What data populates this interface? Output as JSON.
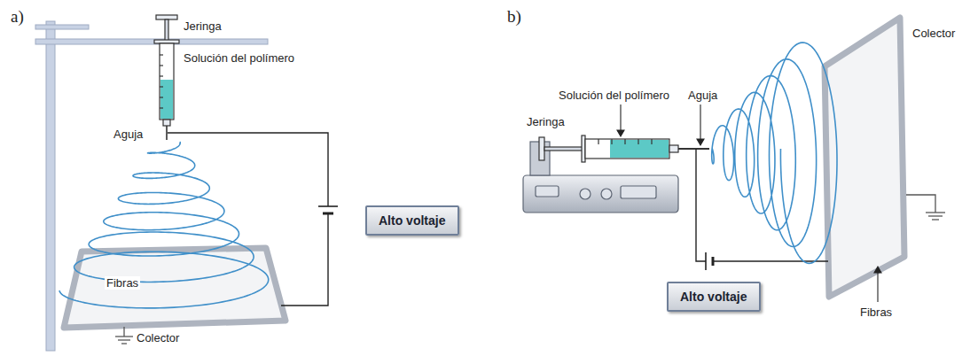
{
  "diagram": {
    "nodes": [
      {
        "text": [
          "Alto voltaje"
        ]
      },
      {
        "text": [
          "Alto voltaje"
        ]
      }
    ],
    "labels": [
      "a)",
      "Jeringa",
      "Solución del polímero",
      "Aguja",
      "Fibras",
      "Colector",
      "b)",
      "Colector",
      "Jeringa",
      "Solución del polímero",
      "Aguja",
      "Fibras"
    ]
  }
}
